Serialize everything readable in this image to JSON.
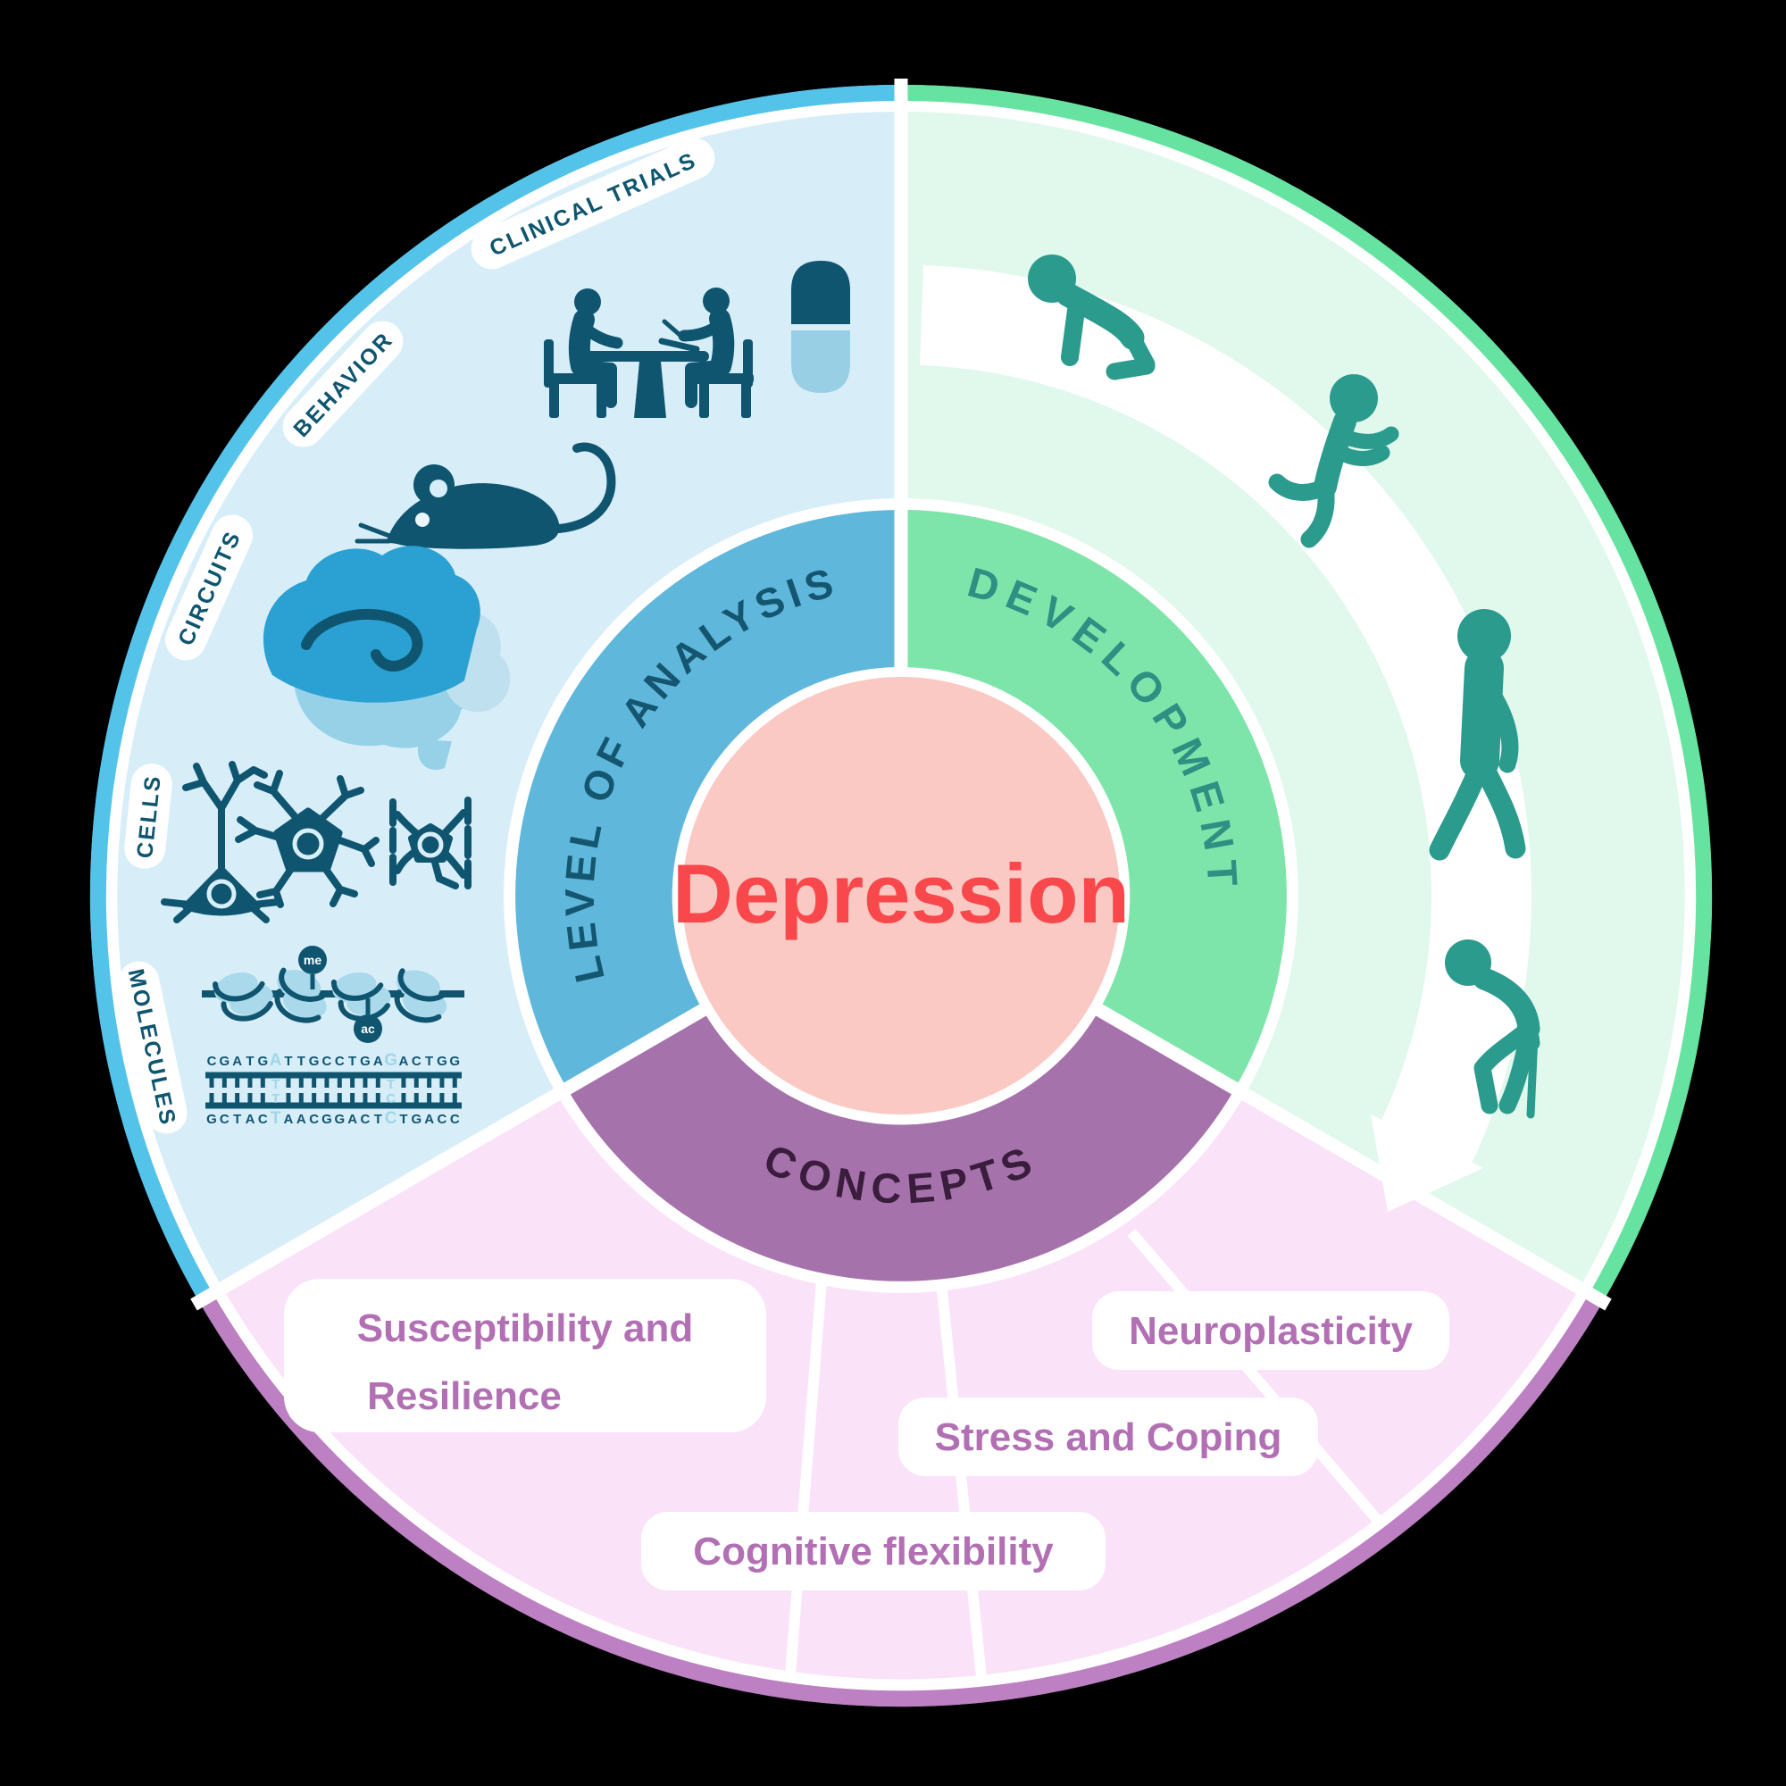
{
  "center": {
    "label": "Depression"
  },
  "sectors": {
    "analysis": {
      "title": "LEVEL OF ANALYSIS",
      "levels": [
        "CLINICAL TRIALS",
        "BEHAVIOR",
        "CIRCUITS",
        "CELLS",
        "MOLECULES"
      ],
      "molecules": {
        "histone_marks": [
          "me",
          "ac"
        ],
        "dna": {
          "strand_top": "CGATGATTGCCTGAGACTGG",
          "strand_bottom": "GCTACTAACGGACTCTGACC",
          "highlight_columns": [
            5,
            14
          ],
          "gap_pairs": [
            [
              "T",
              "T"
            ],
            [
              "T",
              "C"
            ]
          ]
        }
      }
    },
    "development": {
      "title": "DEVELOPMENT",
      "stages": [
        "crawling-baby",
        "running-child",
        "walking-adult",
        "elderly-with-cane"
      ]
    },
    "concepts": {
      "title": "CONCEPTS",
      "items": [
        {
          "label": "Susceptibility and Resilience",
          "line1": "Susceptibility and",
          "line2": "Resilience"
        },
        {
          "label": "Neuroplasticity"
        },
        {
          "label": "Stress and Coping"
        },
        {
          "label": "Cognitive flexibility"
        }
      ]
    }
  },
  "icons": {
    "analysis": [
      "clinical-interview-icon",
      "pill-icon",
      "mouse-icon",
      "brain-icon",
      "pyramidal-neuron-icon",
      "multipolar-neuron-icon",
      "bipolar-neuron-icon",
      "nucleosome-icon",
      "dna-icon"
    ],
    "development": [
      "crawling-baby-icon",
      "running-child-icon",
      "walking-adult-icon",
      "elderly-person-icon",
      "lifespan-arrow-icon"
    ]
  },
  "colors": {
    "analysis_sector": "#D7EEF9",
    "analysis_inner_ring": "#5FB7DC",
    "analysis_edge": "#54C3E9",
    "analysis_icon": "#0F5570",
    "development_sector": "#E1F8ED",
    "development_inner_ring": "#7DE5A9",
    "development_edge": "#66E3A0",
    "development_figure": "#2A9B8C",
    "concepts_sector": "#FAE2F8",
    "concepts_inner_ring": "#A672AC",
    "concepts_edge": "#BC80C3",
    "concepts_label_text": "#B26FB4",
    "center_circle": "#FBC9C4",
    "center_text": "#F8484C",
    "brain_blue": "#2BA0D2",
    "brain_light": "#97D1E8",
    "brain_pale": "#BFE0EE",
    "dna_highlight": "#9FD6EA"
  }
}
